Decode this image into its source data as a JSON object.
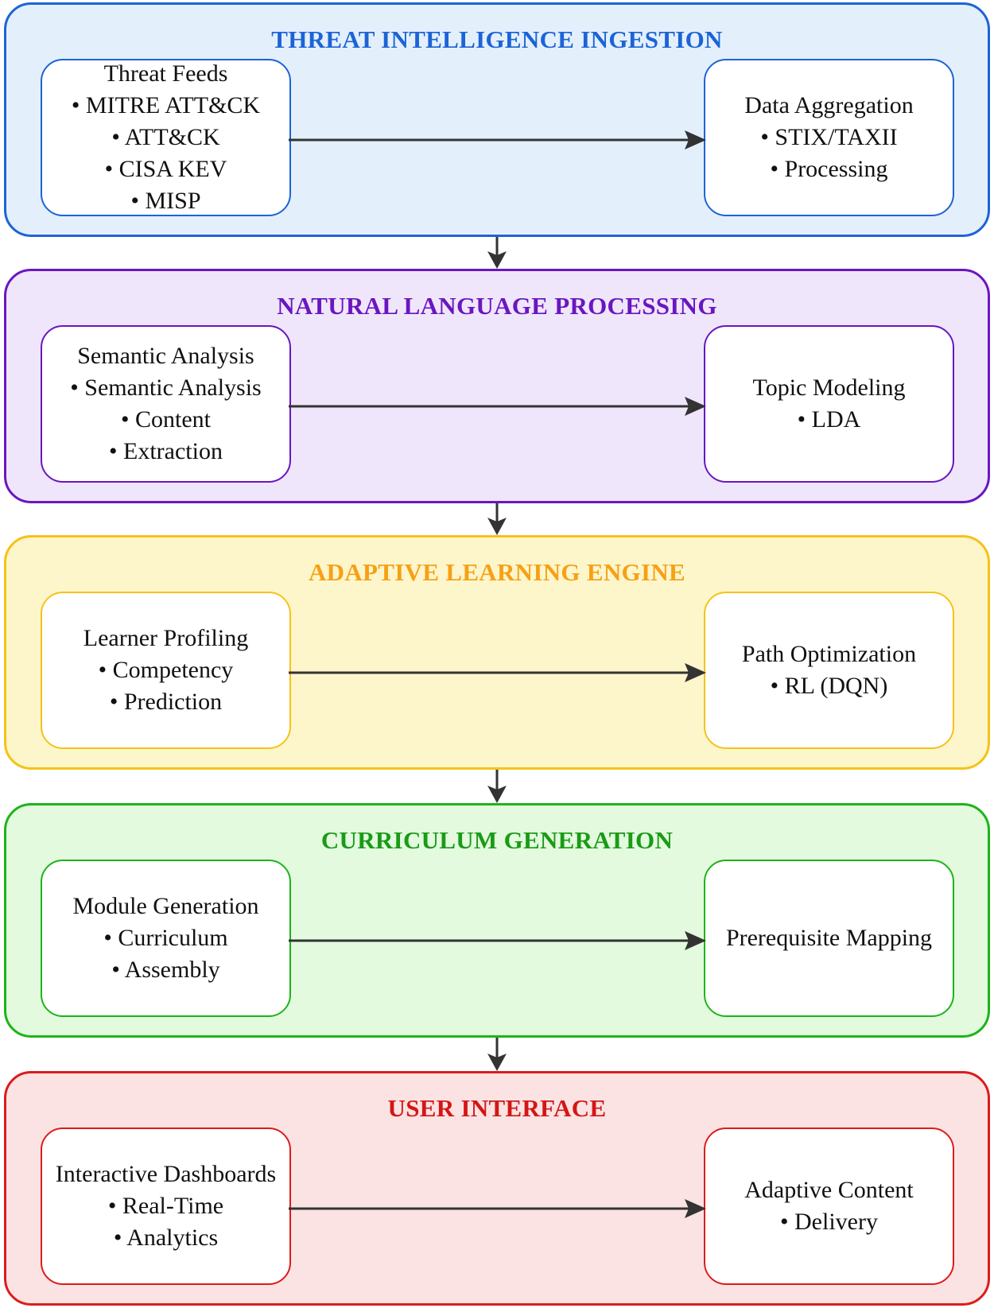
{
  "stages": [
    {
      "title": "THREAT INTELLIGENCE INGESTION",
      "color": "#1d63d6",
      "left_box": {
        "lines": [
          "Threat Feeds",
          "• MITRE ATT&CK",
          "• ATT&CK",
          "• CISA KEV",
          "• MISP"
        ]
      },
      "right_box": {
        "lines": [
          "Data Aggregation",
          "• STIX/TAXII",
          "• Processing"
        ]
      }
    },
    {
      "title": "NATURAL LANGUAGE PROCESSING",
      "color": "#6a16c0",
      "left_box": {
        "lines": [
          "Semantic Analysis",
          "• Semantic Analysis",
          "• Content",
          "• Extraction"
        ]
      },
      "right_box": {
        "lines": [
          "Topic Modeling",
          "• LDA"
        ]
      }
    },
    {
      "title": "ADAPTIVE LEARNING ENGINE",
      "color": "#f7a015",
      "left_box": {
        "lines": [
          "Learner Profiling",
          "• Competency",
          "• Prediction"
        ]
      },
      "right_box": {
        "lines": [
          "Path Optimization",
          "• RL (DQN)"
        ]
      }
    },
    {
      "title": "CURRICULUM GENERATION",
      "color": "#1a9b16",
      "left_box": {
        "lines": [
          "Module Generation",
          "• Curriculum",
          "• Assembly"
        ]
      },
      "right_box": {
        "lines": [
          "Prerequisite Mapping"
        ]
      }
    },
    {
      "title": "USER INTERFACE",
      "color": "#d41616",
      "left_box": {
        "lines": [
          "Interactive Dashboards",
          "• Real-Time",
          "• Analytics"
        ]
      },
      "right_box": {
        "lines": [
          "Adaptive Content",
          "• Delivery"
        ]
      }
    }
  ]
}
